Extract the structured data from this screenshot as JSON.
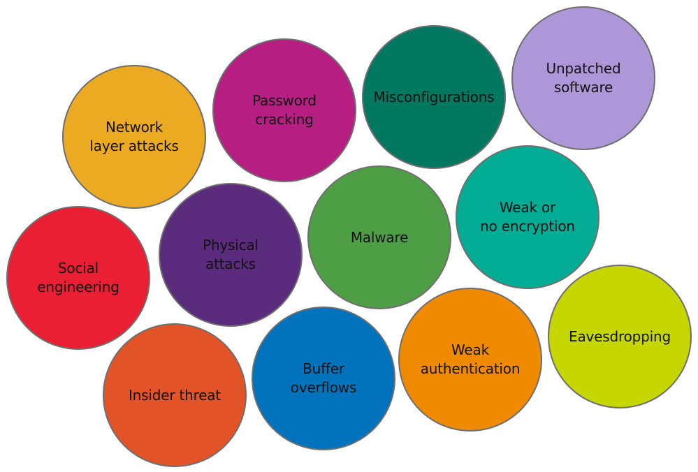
{
  "circles": [
    {
      "key": "unpatched",
      "name": "circle-unpatched-software",
      "label": "Unpatched\nsoftware",
      "color": "#ae97d8"
    },
    {
      "key": "misconfig",
      "name": "circle-misconfigurations",
      "label": "Misconfigurations",
      "color": "#01785f"
    },
    {
      "key": "password",
      "name": "circle-password-cracking",
      "label": "Password\ncracking",
      "color": "#b61e82"
    },
    {
      "key": "network",
      "name": "circle-network-layer-attacks",
      "label": "Network\nlayer attacks",
      "color": "#ebaa22"
    },
    {
      "key": "encryption",
      "name": "circle-weak-or-no-encryption",
      "label": "Weak or\nno encryption",
      "color": "#03ac94"
    },
    {
      "key": "malware",
      "name": "circle-malware",
      "label": "Malware",
      "color": "#4e9e45"
    },
    {
      "key": "physical",
      "name": "circle-physical-attacks",
      "label": "Physical\nattacks",
      "color": "#5b2b7e"
    },
    {
      "key": "social",
      "name": "circle-social-engineering",
      "label": "Social\nengineering",
      "color": "#eb1f33"
    },
    {
      "key": "eavesdrop",
      "name": "circle-eavesdropping",
      "label": "Eavesdropping",
      "color": "#c6d600"
    },
    {
      "key": "weakauth",
      "name": "circle-weak-authentication",
      "label": "Weak\nauthentication",
      "color": "#f08a00"
    },
    {
      "key": "buffer",
      "name": "circle-buffer-overflows",
      "label": "Buffer\noverflows",
      "color": "#0173bd"
    },
    {
      "key": "insider",
      "name": "circle-insider-threat",
      "label": "Insider threat",
      "color": "#e25327"
    }
  ]
}
